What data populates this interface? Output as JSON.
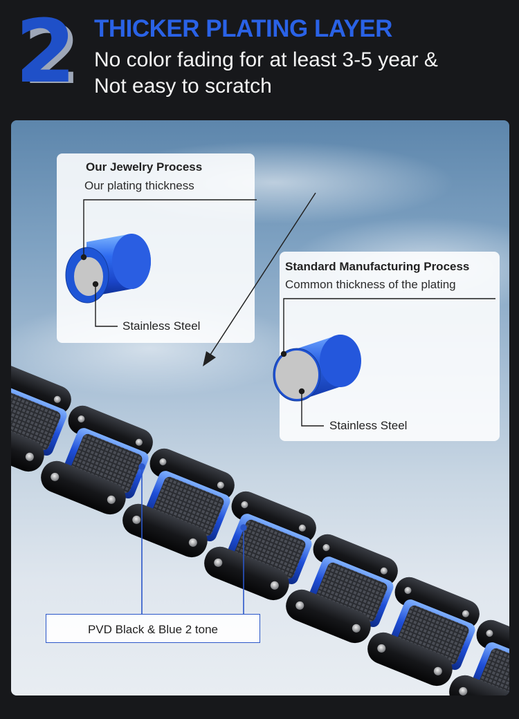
{
  "header": {
    "number": "2",
    "headline": "THICKER PLATING LAYER",
    "subline_1": "No color fading for at least 3-5 year &",
    "subline_2": "Not easy to scratch"
  },
  "card_ours": {
    "title": "Our Jewelry Process",
    "subtitle": "Our plating thickness",
    "core_label": "Stainless Steel"
  },
  "card_standard": {
    "title": "Standard Manufacturing Process",
    "subtitle": "Common thickness of the plating",
    "core_label": "Stainless Steel"
  },
  "callout": {
    "label": "PVD Black & Blue 2 tone"
  },
  "colors": {
    "accent_blue": "#2a62e6",
    "background": "#17181b"
  }
}
